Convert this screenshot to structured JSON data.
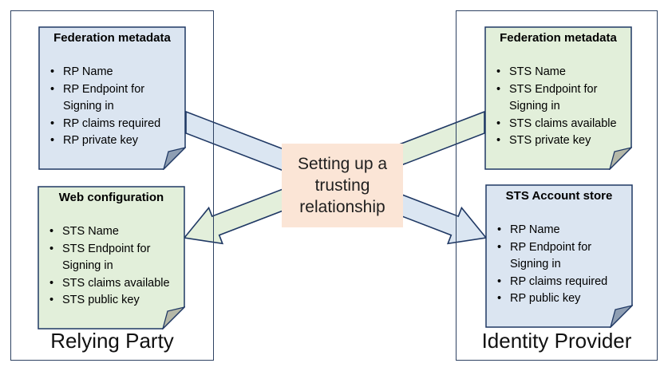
{
  "center_label": {
    "lines": [
      "Setting up a",
      "trusting",
      "relationship"
    ]
  },
  "left_container": {
    "label": "Relying Party",
    "notes": [
      {
        "title": "Federation metadata",
        "color": "blue",
        "bullet": "•",
        "items": [
          "RP Name",
          "RP Endpoint for Signing in",
          "RP claims required",
          "RP private key"
        ]
      },
      {
        "title": "Web configuration",
        "color": "green",
        "bullet": "•",
        "items": [
          "STS Name",
          "STS Endpoint for Signing in",
          "STS claims available",
          "STS public key"
        ]
      }
    ]
  },
  "right_container": {
    "label": "Identity Provider",
    "notes": [
      {
        "title": "Federation metadata",
        "color": "green",
        "bullet": "•",
        "items": [
          "STS Name",
          "STS Endpoint for Signing in",
          "STS claims available",
          "STS private key"
        ]
      },
      {
        "title": "STS Account store",
        "color": "blue",
        "bullet": "•",
        "items": [
          "RP Name",
          "RP Endpoint for Signing in",
          "RP claims required",
          "RP public key"
        ]
      }
    ]
  },
  "arrows": [
    {
      "name": "metadata-flow-rp-to-idp",
      "direction": "top-left to bottom-right",
      "color": "#dbe6f2"
    },
    {
      "name": "metadata-flow-idp-to-rp",
      "direction": "top-right to bottom-left",
      "color": "#e3efdb"
    }
  ],
  "colors": {
    "note_blue_fill": "#dbe5f1",
    "note_green_fill": "#e2efda",
    "fold_blue": "#8e9eb3",
    "fold_green": "#b5b8a8",
    "stroke_navy": "#1f3864",
    "container_border": "#2e4262",
    "center_fill": "#fbe5d6"
  }
}
